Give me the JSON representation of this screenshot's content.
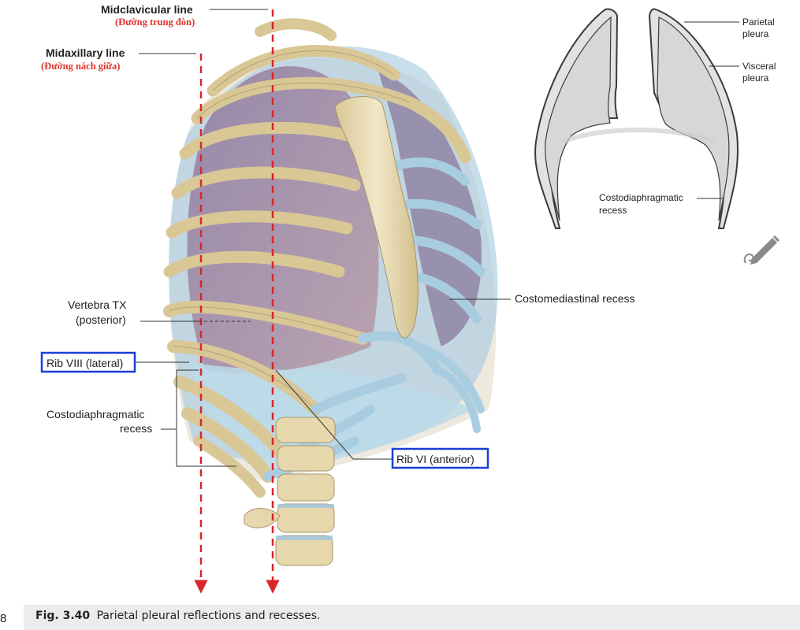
{
  "labels": {
    "midclavicular": "Midclavicular line",
    "midclavicular_vi": "(Đường trung đòn)",
    "midaxillary": "Midaxillary line",
    "midaxillary_vi": "(Đường nách giữa)",
    "vertebra_line1": "Vertebra TX",
    "vertebra_line2": "(posterior)",
    "rib8": "Rib VIII (lateral)",
    "costodiaphragmatic_line1": "Costodiaphragmatic",
    "costodiaphragmatic_line2": "recess",
    "rib6": "Rib VI (anterior)",
    "costomediastinal": "Costomediastinal recess"
  },
  "inset": {
    "parietal_line1": "Parietal",
    "parietal_line2": "pleura",
    "visceral_line1": "Visceral",
    "visceral_line2": "pleura",
    "costo_line1": "Costodiaphragmatic",
    "costo_line2": "recess"
  },
  "caption": {
    "page_number": "8",
    "figure_label": "Fig. 3.40",
    "text": "Parietal pleural reflections and recesses."
  },
  "colors": {
    "guide_line": "#d8262a",
    "vietnamese_text": "#e0322b",
    "highlight_box": "#1a3fd6",
    "bone": "#e9dcb4",
    "lung": "#9c7e96",
    "pleura_blue": "#a9cde0",
    "inset_fill": "#e2e2e2"
  },
  "icons": [
    "edit-pencil-icon"
  ]
}
